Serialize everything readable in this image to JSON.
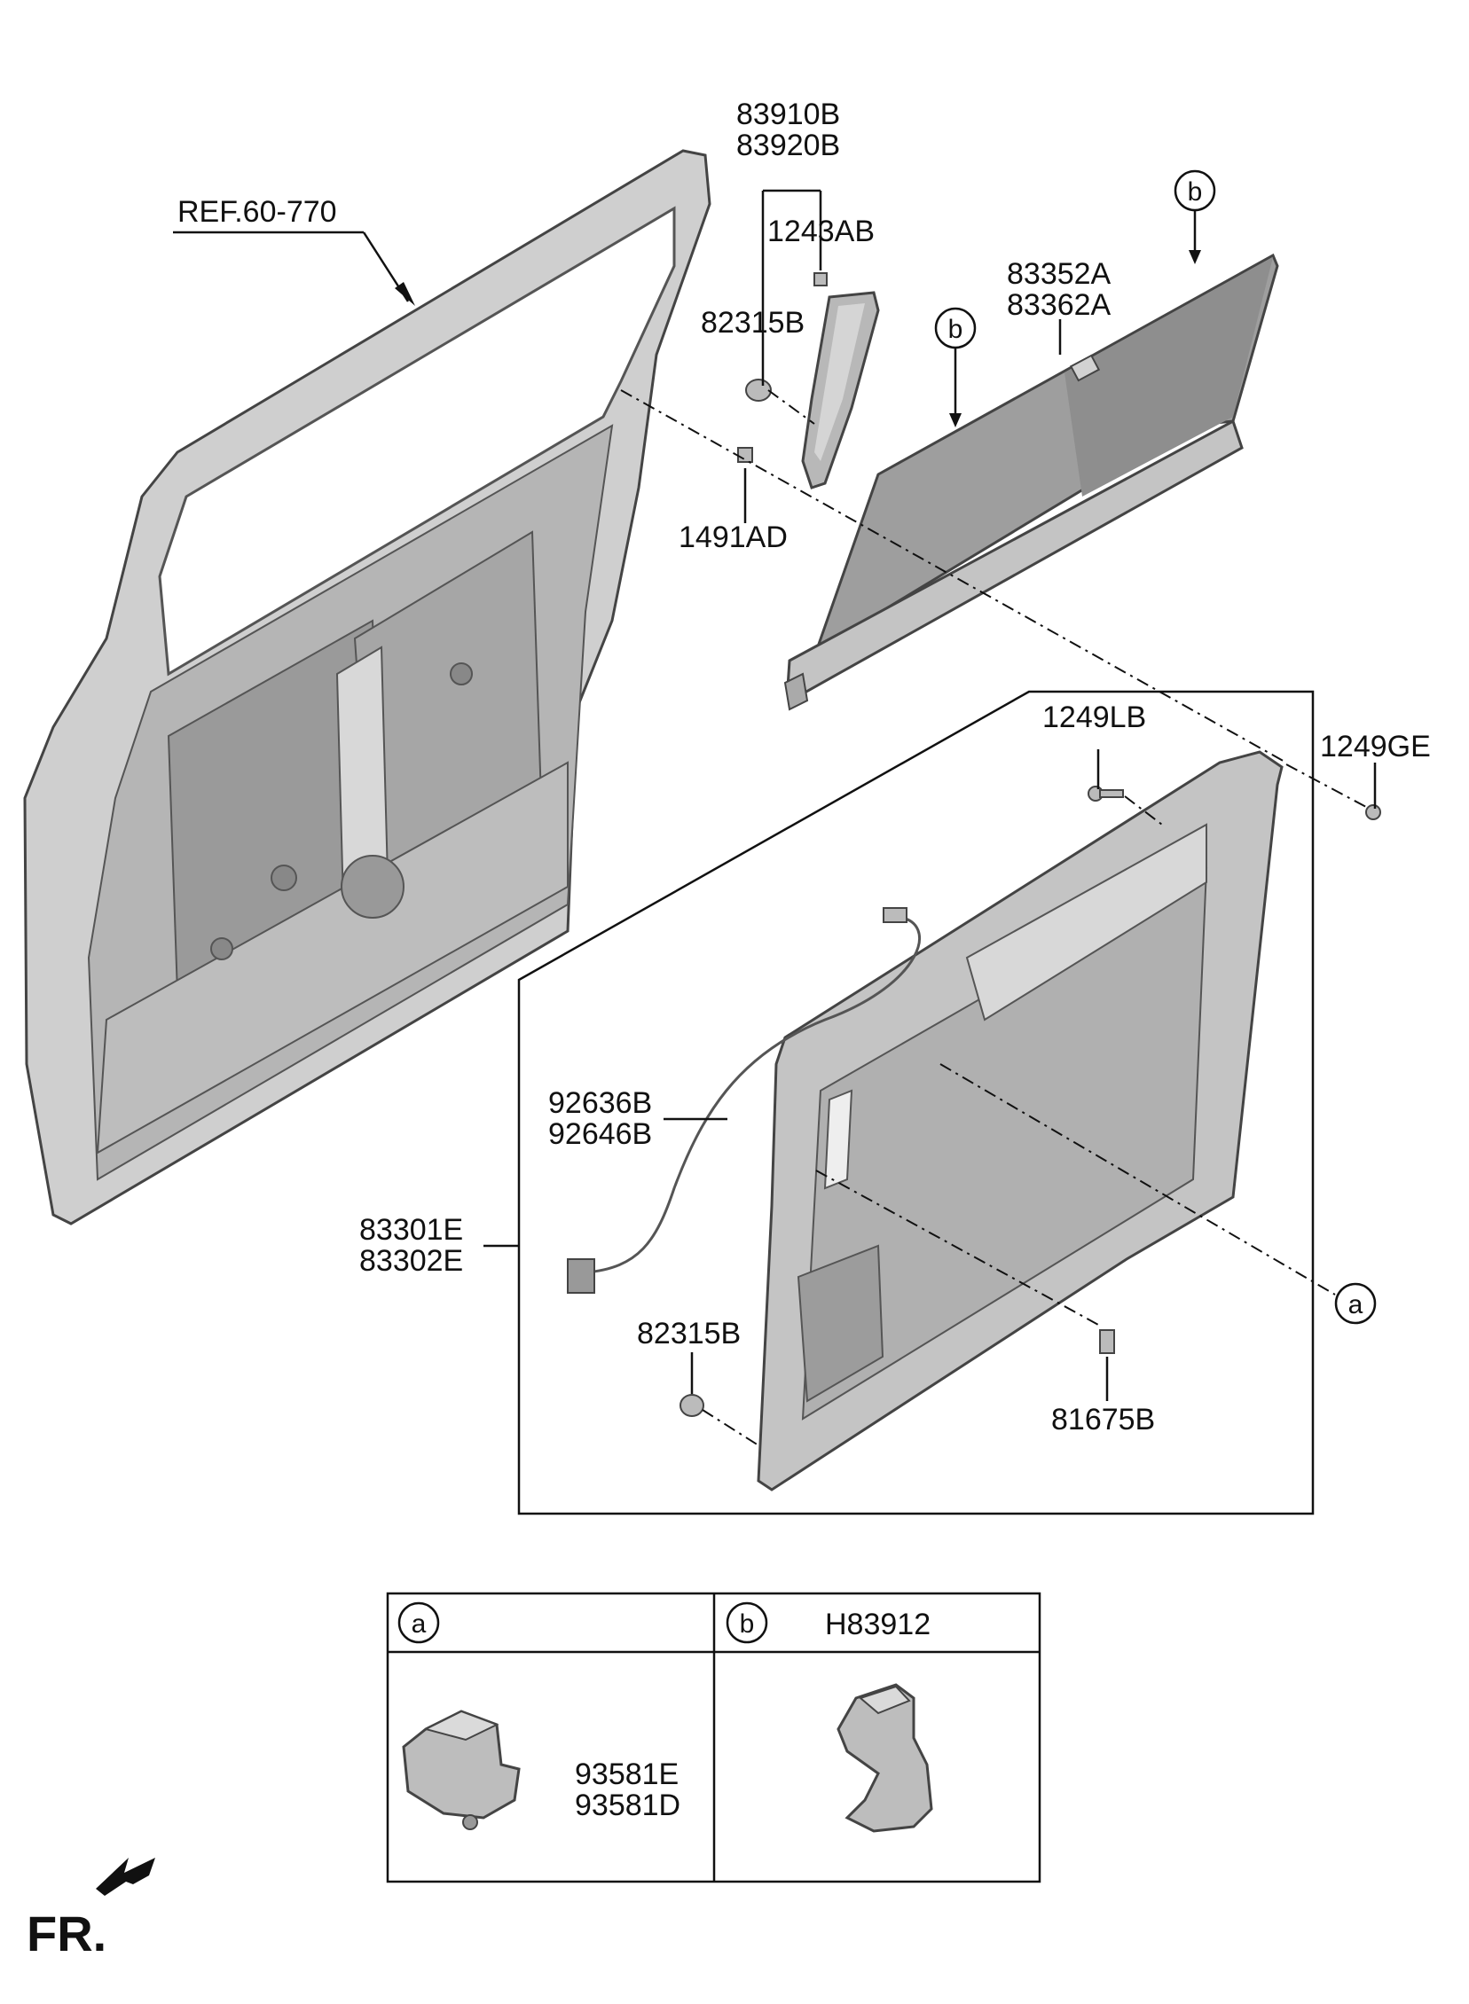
{
  "labels": {
    "ref": "REF.60-770",
    "p83910b": "83910B",
    "p83920b": "83920B",
    "p1243ab": "1243AB",
    "p82315b_top": "82315B",
    "p1491ad": "1491AD",
    "p83352a": "83352A",
    "p83362a": "83362A",
    "p1249lb": "1249LB",
    "p1249ge": "1249GE",
    "p92636b": "92636B",
    "p92646b": "92646B",
    "p83301e": "83301E",
    "p83302e": "83302E",
    "p82315b_bottom": "82315B",
    "p81675b": "81675B",
    "p93581e": "93581E",
    "p93581d": "93581D",
    "h83912": "H83912",
    "fr": "FR."
  },
  "callouts": {
    "a": "a",
    "b": "b"
  },
  "colors": {
    "line": "#111111",
    "part_fill": "#c9c9c9",
    "part_dark": "#8a8a8a",
    "part_light": "#e4e4e4"
  }
}
